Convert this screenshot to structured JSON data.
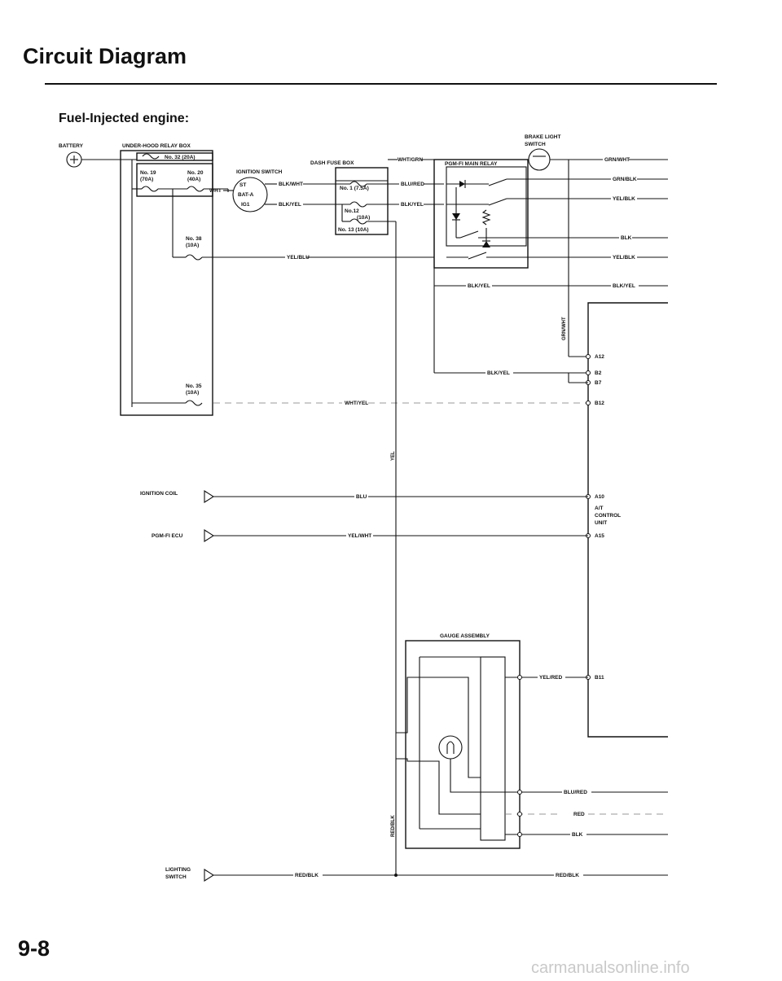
{
  "page": {
    "title": "Circuit Diagram",
    "section": "Fuel-Injected engine:",
    "page_number": "9-8",
    "footer_url": "carmanualsonline.info"
  },
  "components": {
    "battery": "BATTERY",
    "relay_box": "UNDER-HOOD RELAY BOX",
    "fuse_32": "No. 32 (20A)",
    "fuse_19": "No. 19",
    "fuse_19_rating": "(70A)",
    "fuse_20": "No. 20",
    "fuse_20_rating": "(40A)",
    "fuse_38": "No. 38",
    "fuse_38_rating": "(10A)",
    "fuse_35": "No. 35",
    "fuse_35_rating": "(10A)",
    "ignition_switch": "IGNITION SWITCH",
    "ign_st": "ST",
    "ign_bat_a": "BAT-A",
    "ign_ig1": "IG1",
    "dash_fuse_box": "DASH FUSE BOX",
    "fuse_1": "No. 1 (7.5A)",
    "fuse_12": "No.12",
    "fuse_12_rating": "(10A)",
    "fuse_13": "No. 13 (10A)",
    "main_relay": "PGM-FI MAIN RELAY",
    "brake_switch_line1": "BRAKE LIGHT",
    "brake_switch_line2": "SWITCH",
    "ignition_coil": "IGNITION COIL",
    "pgm_fi_ecu": "PGM-FI ECU",
    "lighting_switch_line1": "LIGHTING",
    "lighting_switch_line2": "SWITCH",
    "gauge_assembly": "GAUGE ASSEMBLY",
    "at_control_line1": "A/T",
    "at_control_line2": "CONTROL",
    "at_control_line3": "UNIT"
  },
  "wires": {
    "wht_grn": "WHT/GRN",
    "blk_wht": "BLK/WHT",
    "wht": "WHT",
    "blk_yel_ign": "BLK/YEL",
    "blu_red_top": "BLU/RED",
    "blk_yel_top": "BLK/YEL",
    "yel_blu": "YEL/BLU",
    "grn_wht": "GRN/WHT",
    "grn_blk": "GRN/BLK",
    "yel_blk_1": "YEL/BLK",
    "blk_right": "BLK",
    "yel_blk_2": "YEL/BLK",
    "blk_yel_mid": "BLK/YEL",
    "blk_yel_right": "BLK/YEL",
    "grn_wht_vert": "GRN/WHT",
    "blk_yel_low": "BLK/YEL",
    "wht_yel": "WHT/YEL",
    "yel_vert": "YEL",
    "blu": "BLU",
    "yel_wht": "YEL/WHT",
    "yel_red": "YEL/RED",
    "blu_red_low": "BLU/RED",
    "red": "RED",
    "blk_low": "BLK",
    "red_blk_vert": "RED/BLK",
    "red_blk_1": "RED/BLK",
    "red_blk_2": "RED/BLK"
  },
  "terminals": {
    "a12": "A12",
    "b2": "B2",
    "b7": "B7",
    "b12": "B12",
    "a10": "A10",
    "a15": "A15",
    "b11": "B11"
  }
}
